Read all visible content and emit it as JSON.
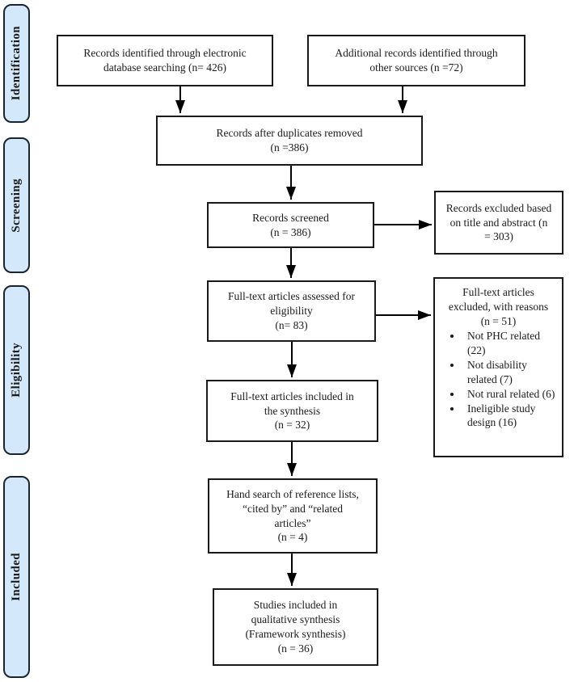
{
  "sidebar": {
    "stages": [
      {
        "label": "Identification"
      },
      {
        "label": "Screening"
      },
      {
        "label": "Eligibility"
      },
      {
        "label": "Included"
      }
    ]
  },
  "boxes": {
    "identified": {
      "lines": [
        "Records identified through electronic",
        "database searching (n= 426)"
      ]
    },
    "additional": {
      "lines": [
        "Additional records identified through",
        "other sources (n =72)"
      ]
    },
    "duplicates": {
      "lines": [
        "Records after duplicates removed",
        "(n =386)"
      ]
    },
    "screened": {
      "lines": [
        "Records screened",
        "(n = 386)"
      ]
    },
    "excluded_title_abstract": {
      "lines": [
        "Records excluded based",
        "on title and abstract (n",
        "= 303)"
      ]
    },
    "assessed": {
      "lines": [
        "Full-text articles assessed for",
        "eligibility",
        "(n= 83)"
      ]
    },
    "excluded_fulltext": {
      "header_lines": [
        "Full-text articles",
        "excluded, with reasons",
        "(n = 51)"
      ],
      "reasons": [
        "Not PHC related (22)",
        "Not disability related (7)",
        "Not rural related (6)",
        "Ineligible study design (16)"
      ]
    },
    "included_synthesis": {
      "lines": [
        "Full-text articles included in",
        "the synthesis",
        "(n = 32)"
      ]
    },
    "hand_search": {
      "lines": [
        "Hand search of reference lists,",
        "“cited by” and “related",
        "articles”",
        "(n = 4)"
      ]
    },
    "studies_included": {
      "lines": [
        "Studies included in",
        "qualitative synthesis",
        "(Framework synthesis)",
        "(n = 36)"
      ]
    }
  },
  "colors": {
    "stage_fill": "#d3e8fa",
    "stage_border": "#1c2430",
    "box_border": "#1a1a1a",
    "arrow": "#000000"
  }
}
